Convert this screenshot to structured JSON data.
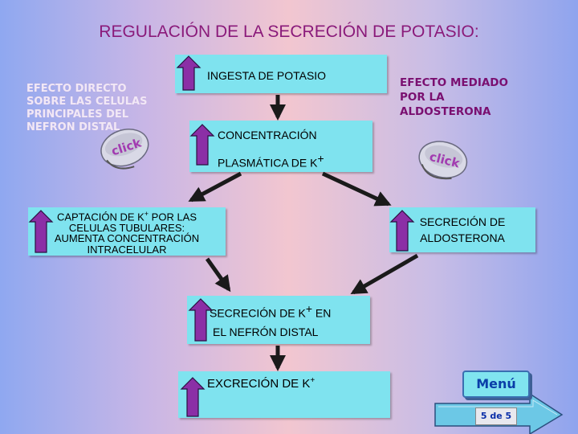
{
  "title": "REGULACIÓN DE LA SECRECIÓN DE POTASIO:",
  "nodes": {
    "ingesta": "INGESTA DE POTASIO",
    "concentracion_line1": "CONCENTRACIÓN",
    "concentracion_line2": "PLASMÁTICA DE K",
    "concentracion_sup": "+",
    "captacion_line1": "CAPTACIÓN DE K",
    "captacion_sup": "+",
    "captacion_line1b": " POR LAS",
    "captacion_line2": "CELULAS TUBULARES:",
    "captacion_line3": "AUMENTA CONCENTRACIÓN",
    "captacion_line4": "INTRACELULAR",
    "aldosterona_line1": "SECRECIÓN DE",
    "aldosterona_line2": "ALDOSTERONA",
    "secrecion_line1a": "SECRECIÓN DE K",
    "secrecion_sup": "+",
    "secrecion_line1b": " EN",
    "secrecion_line2": "EL NEFRÓN DISTAL",
    "excrecion": "EXCRECIÓN DE K",
    "excrecion_sup": "+"
  },
  "side_labels": {
    "left": [
      "EFECTO DIRECTO",
      "SOBRE LAS CELULAS",
      "PRINCIPALES DEL",
      "NEFRON DISTAL"
    ],
    "right": [
      "EFECTO MEDIADO",
      "POR LA",
      "ALDOSTERONA"
    ]
  },
  "click_label": "click",
  "menu_label": "Menú",
  "pager_label": "5 de 5",
  "colors": {
    "box": "#7fe3ef",
    "arrow": "#1a1a1a",
    "uparrow_fill": "#8b2fa6",
    "title": "#8a1a7a",
    "side_left": "#f0e6f4",
    "side_right": "#7a0f70"
  },
  "icons": [
    "up-arrow-icon",
    "click-mouse-icon",
    "forward-arrow-icon"
  ]
}
